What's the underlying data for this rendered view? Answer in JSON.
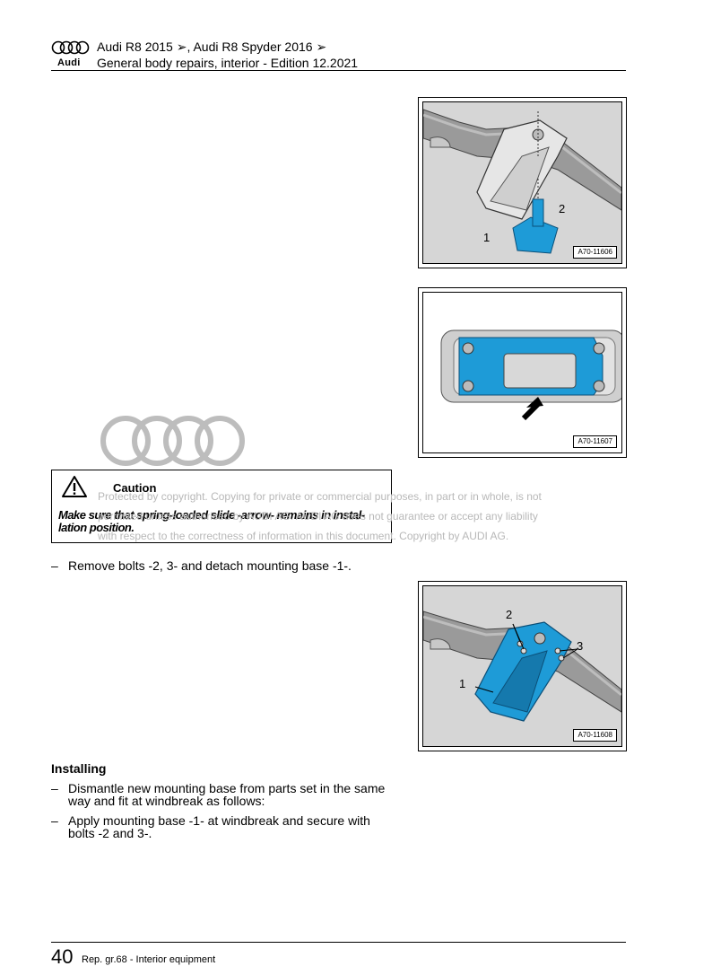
{
  "header": {
    "line1": "Audi R8 2015 ➢, Audi R8 Spyder 2016 ➢",
    "line2": "General body repairs, interior - Edition 12.2021",
    "brand": "Audi"
  },
  "figures": [
    {
      "code": "A70-11606",
      "callouts": [
        "1",
        "2"
      ]
    },
    {
      "code": "A70-11607",
      "callouts": []
    },
    {
      "code": "A70-11608",
      "callouts": [
        "1",
        "2",
        "3"
      ]
    }
  ],
  "caution": {
    "title": "Caution",
    "text": "Make sure that spring-loaded slide -arrow- remains in instal-lation position."
  },
  "watermark": {
    "line1": "Protected by copyright. Copying for private or commercial purposes, in part or in whole, is not",
    "line2": "permitted unless authorised by AUDI AG. AUDI AG does not guarantee or accept any liability",
    "line3": "with respect to the correctness of information in this document. Copyright by AUDI AG."
  },
  "steps_removal": [
    {
      "dash": "–",
      "text": "Remove bolts -2, 3- and detach mounting base -1-."
    }
  ],
  "installing": {
    "heading": "Installing",
    "steps": [
      {
        "dash": "–",
        "text": "Dismantle new mounting base from parts set in the same way and fit at windbreak as follows:"
      },
      {
        "dash": "–",
        "text": "Apply mounting base -1- at windbreak and secure with bolts -2 and 3-."
      }
    ]
  },
  "footer": {
    "page_number": "40",
    "text": "Rep. gr.68 - Interior equipment"
  },
  "colors": {
    "part_blue": "#1e9bd7",
    "frame_grey": "#d6d6d6"
  }
}
